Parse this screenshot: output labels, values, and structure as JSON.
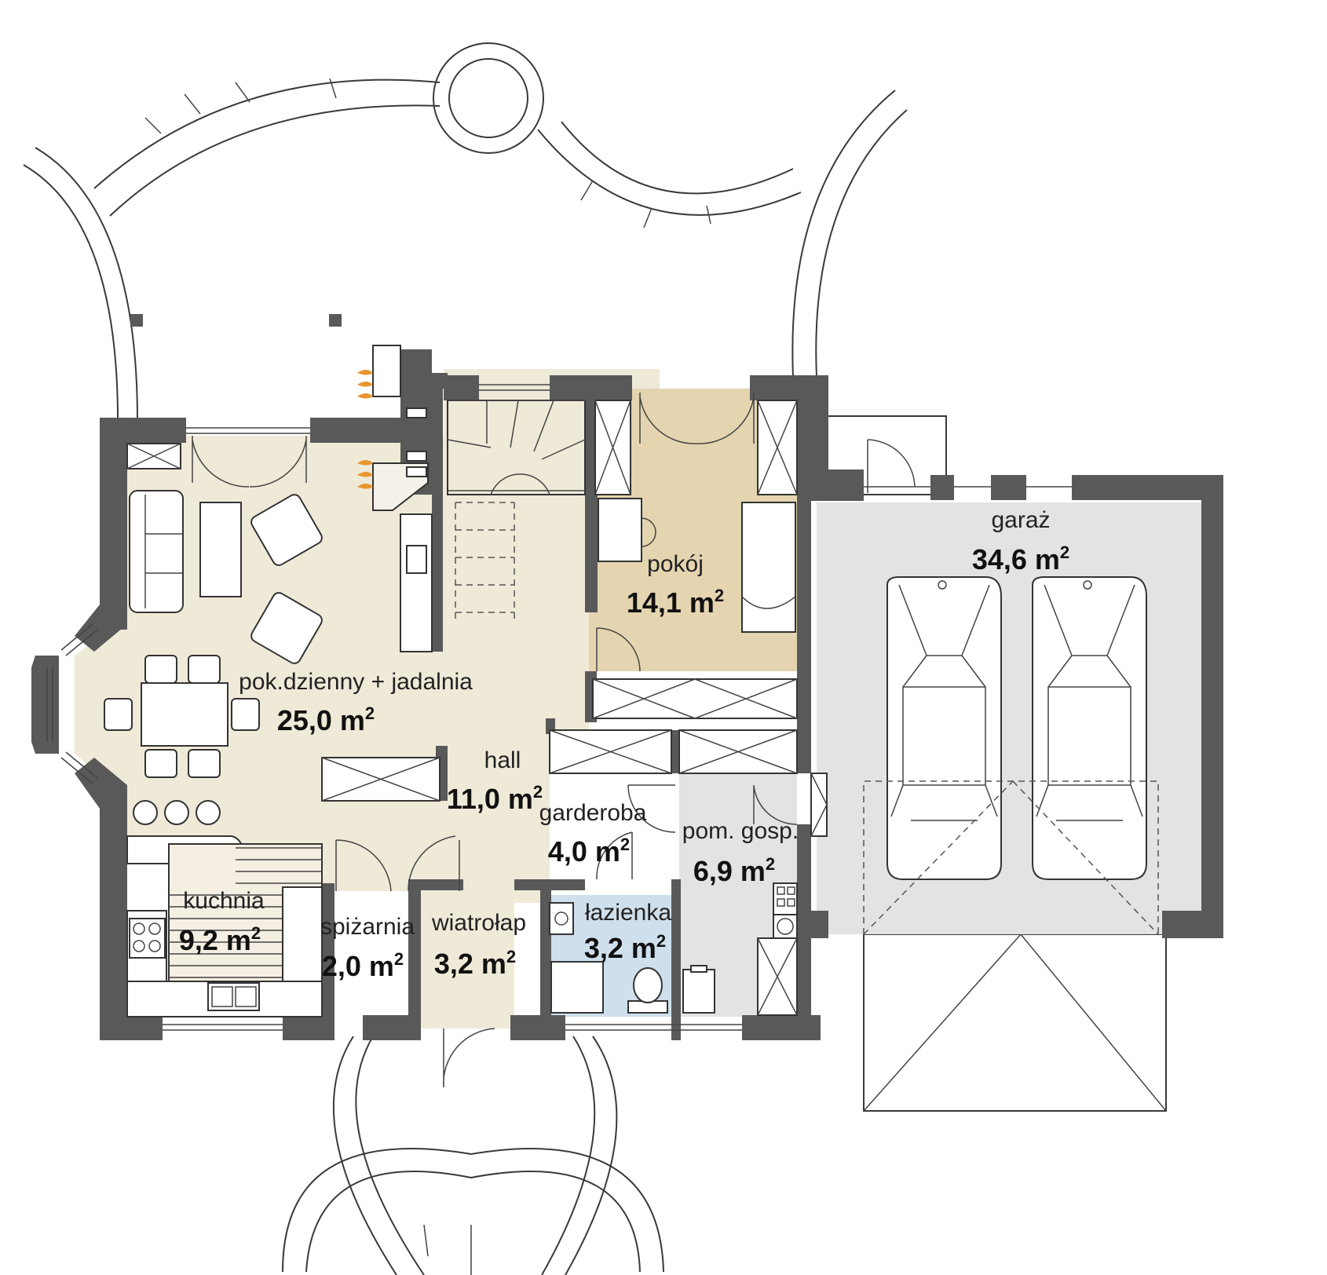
{
  "colors": {
    "living": "#efe9d8",
    "room": "#e4d4b0",
    "garage": "#e3e3e3",
    "bathroom": "#cfe0ec",
    "wall": "#595959",
    "fire": "#e8962f"
  },
  "rooms": [
    {
      "id": "living",
      "name": "pok.dzienny + jadalnia",
      "area": "25,0 m",
      "unit_sup": "2"
    },
    {
      "id": "hall",
      "name": "hall",
      "area": "11,0 m",
      "unit_sup": "2"
    },
    {
      "id": "pokoj",
      "name": "pokój",
      "area": "14,1 m",
      "unit_sup": "2"
    },
    {
      "id": "garaz",
      "name": "garaż",
      "area": "34,6 m",
      "unit_sup": "2"
    },
    {
      "id": "garderoba",
      "name": "garderoba",
      "area": "4,0 m",
      "unit_sup": "2"
    },
    {
      "id": "pomgosp",
      "name": "pom. gosp.",
      "area": "6,9 m",
      "unit_sup": "2"
    },
    {
      "id": "kuchnia",
      "name": "kuchnia",
      "area": "9,2 m",
      "unit_sup": "2"
    },
    {
      "id": "spizarnia",
      "name": "spiżarnia",
      "area": "2,0 m",
      "unit_sup": "2"
    },
    {
      "id": "wiatrolap",
      "name": "wiatrołap",
      "area": "3,2 m",
      "unit_sup": "2"
    },
    {
      "id": "lazienka",
      "name": "łazienka",
      "area": "3,2 m",
      "unit_sup": "2"
    }
  ]
}
